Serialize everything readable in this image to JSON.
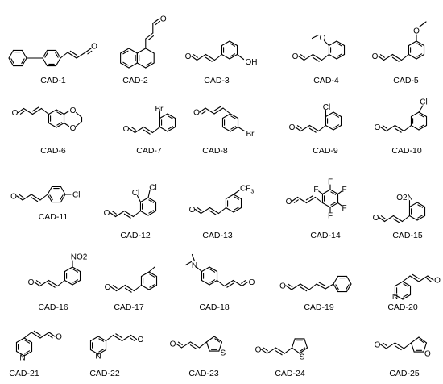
{
  "compounds": [
    {
      "label": "CAD-1",
      "substituent": "Ph",
      "ring": "benzene"
    },
    {
      "label": "CAD-2",
      "ring": "naphthalene"
    },
    {
      "label": "CAD-3",
      "substituent": "OH",
      "ring": "benzene"
    },
    {
      "label": "CAD-4",
      "substituent": "O",
      "ring": "benzene"
    },
    {
      "label": "CAD-5",
      "substituent": "O",
      "ring": "benzene"
    },
    {
      "label": "CAD-6",
      "substituent_a": "O",
      "substituent_b": "O",
      "ring": "benzodioxane"
    },
    {
      "label": "CAD-7",
      "substituent": "Br",
      "ring": "benzene"
    },
    {
      "label": "CAD-8",
      "substituent": "Br",
      "ring": "benzene"
    },
    {
      "label": "CAD-9",
      "substituent": "Cl",
      "ring": "benzene"
    },
    {
      "label": "CAD-10",
      "substituent": "Cl",
      "ring": "benzene"
    },
    {
      "label": "CAD-11",
      "substituent": "Cl",
      "ring": "benzene"
    },
    {
      "label": "CAD-12",
      "substituent_a": "Cl",
      "substituent_b": "Cl",
      "ring": "benzene"
    },
    {
      "label": "CAD-13",
      "substituent": "CF3",
      "ring": "benzene"
    },
    {
      "label": "CAD-14",
      "substituent": "F",
      "ring": "pentafluorophenyl"
    },
    {
      "label": "CAD-15",
      "substituent": "O2N",
      "ring": "benzene"
    },
    {
      "label": "CAD-16",
      "substituent": "NO2",
      "ring": "benzene"
    },
    {
      "label": "CAD-17",
      "ring": "benzene"
    },
    {
      "label": "CAD-18",
      "substituent": "N",
      "ring": "benzene"
    },
    {
      "label": "CAD-19",
      "ring": "benzene"
    },
    {
      "label": "CAD-20",
      "heteroatom": "N",
      "ring": "pyridine"
    },
    {
      "label": "CAD-21",
      "heteroatom": "N",
      "ring": "pyridine"
    },
    {
      "label": "CAD-22",
      "heteroatom": "N",
      "ring": "pyridine"
    },
    {
      "label": "CAD-23",
      "heteroatom": "S",
      "ring": "thiophene"
    },
    {
      "label": "CAD-24",
      "heteroatom": "S",
      "ring": "thiophene"
    },
    {
      "label": "CAD-25",
      "heteroatom": "O",
      "ring": "furan"
    }
  ],
  "aldehyde_oxygen": "O"
}
